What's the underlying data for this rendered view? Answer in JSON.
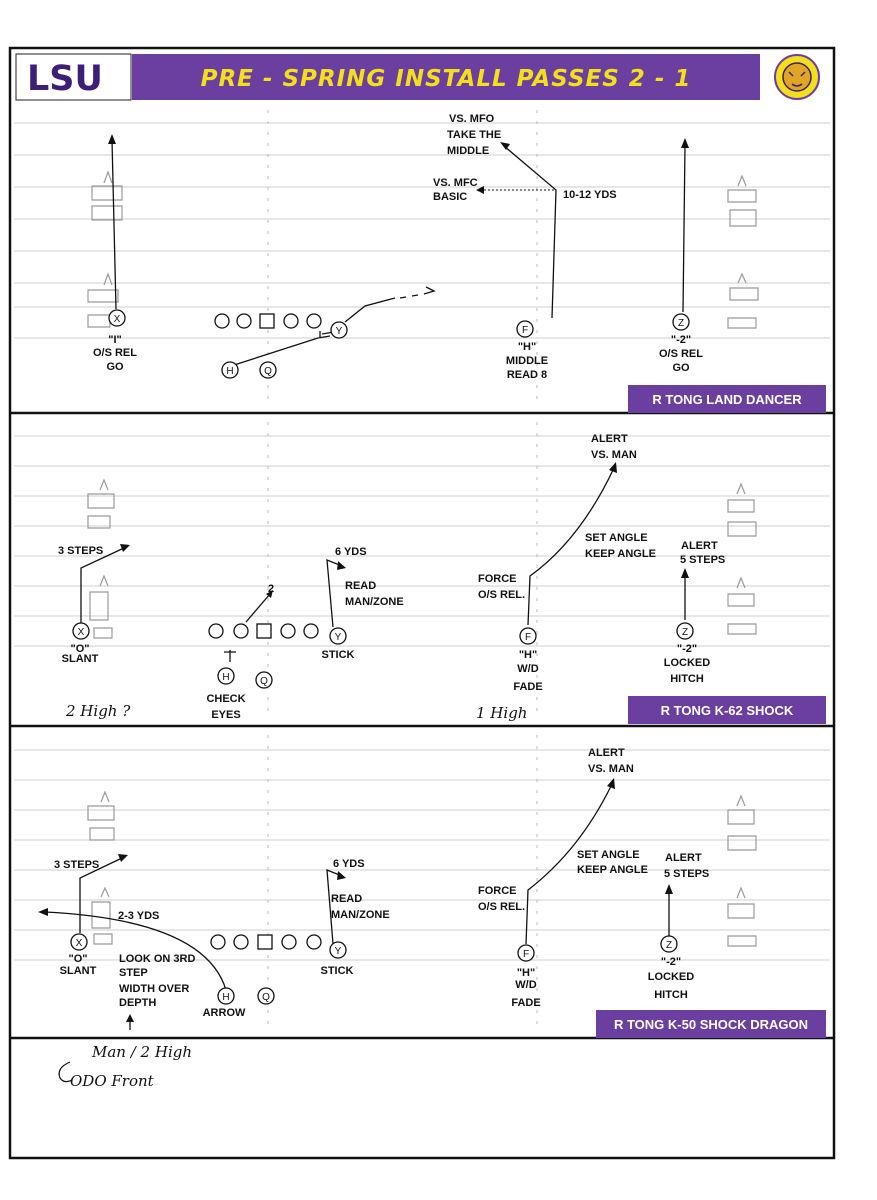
{
  "header": {
    "logo_text": "LSU",
    "title": "PRE - SPRING INSTALL PASSES 2 - 1",
    "colors": {
      "purple": "#6a3fa0",
      "gold": "#f4e01a",
      "logo_purple": "#3d1f78"
    },
    "emblem_icon": "tiger-emblem-icon"
  },
  "plays": [
    {
      "name": "R TONG LAND DANCER",
      "labels": {
        "x": [
          "\"I\"",
          "O/S REL",
          "GO"
        ],
        "h_route": [
          "\"H\"",
          "MIDDLE",
          "READ 8"
        ],
        "z": [
          "\"-2\"",
          "O/S REL",
          "GO"
        ],
        "vs_mfo": [
          "VS. MFO",
          "TAKE THE",
          "MIDDLE"
        ],
        "vs_mfc": [
          "VS. MFC",
          "BASIC"
        ],
        "yds": "10-12 YDS"
      }
    },
    {
      "name": "R TONG K-62 SHOCK",
      "labels": {
        "x": [
          "\"O\"",
          "SLANT"
        ],
        "three_steps": "3 STEPS",
        "check": [
          "CHECK",
          "EYES"
        ],
        "two": "2",
        "six_yds": "6 YDS",
        "read": [
          "READ",
          "MAN/ZONE"
        ],
        "stick": "STICK",
        "force": [
          "FORCE",
          "O/S REL."
        ],
        "set_angle": [
          "SET ANGLE",
          "KEEP ANGLE"
        ],
        "alert_man": [
          "ALERT",
          "VS. MAN"
        ],
        "f": [
          "\"H\"",
          "W/D",
          "FADE"
        ],
        "alert_steps": [
          "ALERT",
          "5 STEPS"
        ],
        "z": [
          "\"-2\"",
          "LOCKED",
          "HITCH"
        ],
        "hand_left": "2 High ?",
        "hand_right": "1 High"
      }
    },
    {
      "name": "R TONG K-50 SHOCK DRAGON",
      "labels": {
        "three_steps": "3 STEPS",
        "two_three": "2-3 YDS",
        "x": [
          "\"O\"",
          "SLANT"
        ],
        "look": [
          "LOOK ON 3RD",
          "STEP",
          "WIDTH OVER",
          "DEPTH"
        ],
        "arrow": "ARROW",
        "six_yds": "6 YDS",
        "read": [
          "READ",
          "MAN/ZONE"
        ],
        "stick": "STICK",
        "force": [
          "FORCE",
          "O/S REL."
        ],
        "set_angle": [
          "SET ANGLE",
          "KEEP ANGLE"
        ],
        "alert_man": [
          "ALERT",
          "VS. MAN"
        ],
        "f": [
          "\"H\"",
          "W/D",
          "FADE"
        ],
        "alert_steps": [
          "ALERT",
          "5 STEPS"
        ],
        "z": [
          "\"-2\"",
          "LOCKED",
          "HITCH"
        ]
      }
    }
  ],
  "players": {
    "x": "X",
    "y": "Y",
    "h": "H",
    "q": "Q",
    "f": "F",
    "z": "Z"
  },
  "notes": {
    "line1": "Man / 2 High",
    "line2": "ODO Front"
  }
}
